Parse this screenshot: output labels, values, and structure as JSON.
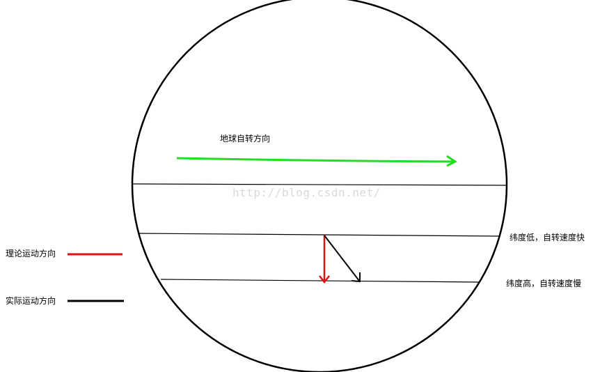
{
  "labels": {
    "earth_rotation": "地球自转方向",
    "low_latitude": "纬度低，自转速度快",
    "high_latitude": "纬度高，自转速度慢",
    "watermark": "http://blog.csdn.net/"
  },
  "legend": {
    "theoretical": "理论运动方向",
    "actual": "实际运动方向"
  },
  "colors": {
    "rotation_arrow": "#22dd22",
    "theoretical": "#dd1111",
    "actual": "#000000",
    "outline": "#000000",
    "watermark": "#d9d9d9"
  }
}
